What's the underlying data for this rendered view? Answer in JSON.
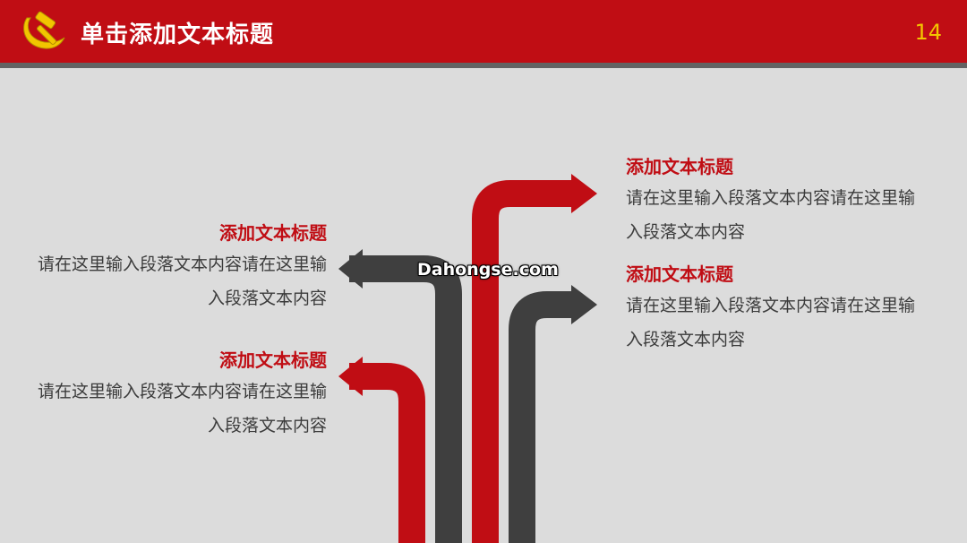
{
  "header": {
    "title": "单击添加文本标题",
    "page_number": "14",
    "emblem_icon": "hammer-sickle-icon"
  },
  "blocks": {
    "right_top": {
      "title": "添加文本标题",
      "body": "请在这里输入段落文本内容请在这里输入段落文本内容"
    },
    "right_bottom": {
      "title": "添加文本标题",
      "body": "请在这里输入段落文本内容请在这里输入段落文本内容"
    },
    "left_top": {
      "title": "添加文本标题",
      "body": "请在这里输入段落文本内容请在这里输入段落文本内容"
    },
    "left_bottom": {
      "title": "添加文本标题",
      "body": "请在这里输入段落文本内容请在这里输入段落文本内容"
    }
  },
  "watermark": "Dahongse.com",
  "colors": {
    "red": "#c00d14",
    "dark_gray": "#3f3f3f",
    "background": "#dcdcdc",
    "gold": "#f2c500"
  }
}
